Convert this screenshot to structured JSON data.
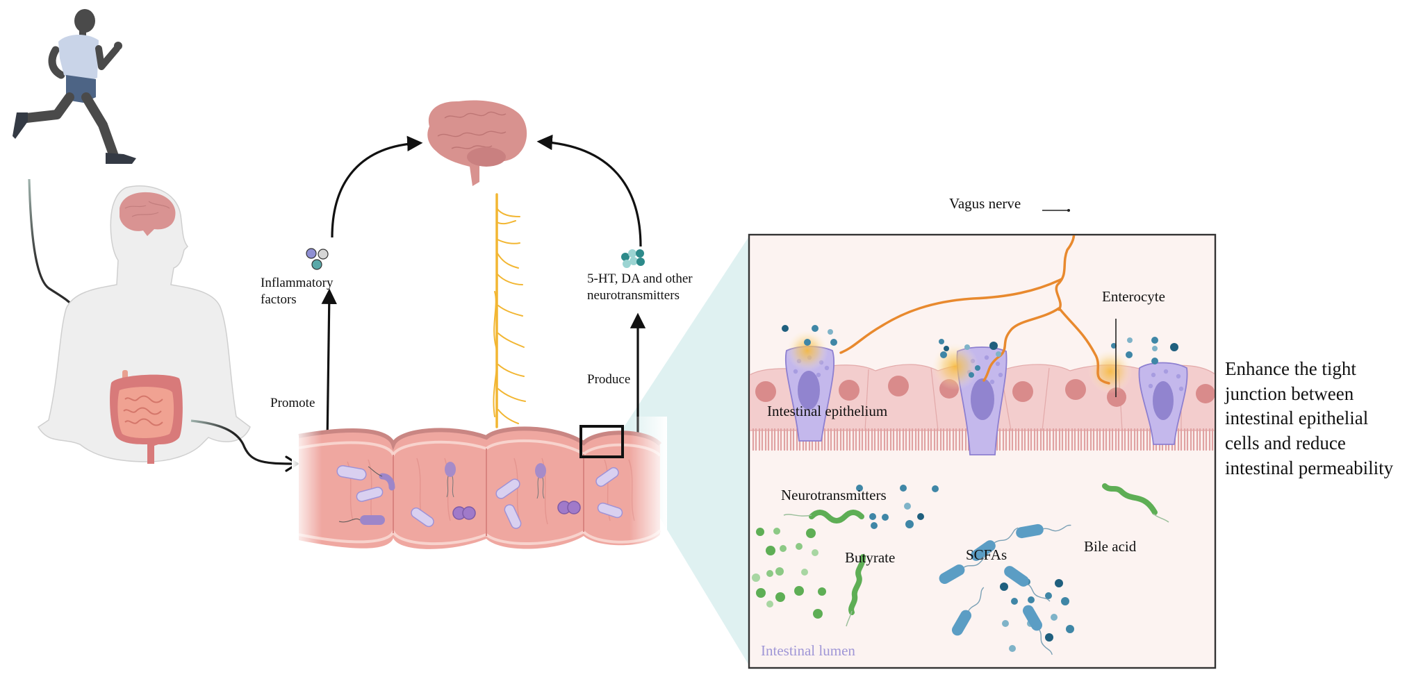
{
  "figure": {
    "left_panel": {
      "activity": "running-person",
      "organs": [
        "brain",
        "intestine"
      ]
    },
    "center_panel": {
      "labels": {
        "inflammatory_factors": "Inflammatory\nfactors",
        "neurotransmitters_top": "5-HT, DA and other\nneurotransmitters",
        "promote": "Promote",
        "produce": "Produce"
      }
    },
    "zoom_panel": {
      "labels": {
        "vagus_nerve": "Vagus nerve",
        "enterocyte": "Enterocyte",
        "intestinal_epithelium": "Intestinal epithelium",
        "neurotransmitters": "Neurotransmitters",
        "butyrate": "Butyrate",
        "scfas": "SCFAs",
        "bile_acid": "Bile acid",
        "intestinal_lumen": "Intestinal lumen"
      }
    },
    "outcome_text": "Enhance the tight\njunction between\nintestinal epithelial\ncells and reduce\nintestinal permeability"
  },
  "colors": {
    "arrow": "#111111",
    "nerve_orange": "#e8892e",
    "spinal_yellow": "#f2b632",
    "gut_pink": "#e9a09a",
    "epithelium_pink": "#f2cfcf",
    "nucleus": "#d98b8b",
    "goblet_purple": "#b9aee6",
    "goblet_nucleus": "#9184cf",
    "panel_bg": "#fcf3f1",
    "fan_teal": "#d9efee",
    "green": "#62b35a",
    "blue_dot": "#2e6f8e",
    "blue_bact": "#5b9dc4",
    "lumen_text": "#9f96d6"
  }
}
